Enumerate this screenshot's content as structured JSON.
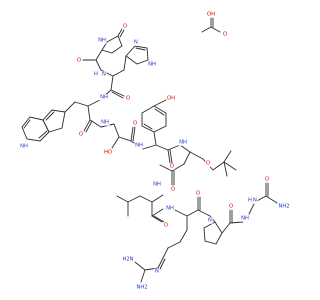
{
  "colors": {
    "background": "#ffffff",
    "bond": "#2b2b2b",
    "nitrogen": "#1f37d6",
    "oxygen": "#e10000",
    "carbon": "#222222"
  },
  "acetic_acid": [
    {
      "key": "oh",
      "text": "OH",
      "element": "O"
    },
    {
      "key": "o",
      "text": "O",
      "element": "O"
    }
  ],
  "atoms": [
    {
      "key": "pyro_o",
      "text": "O",
      "element": "O"
    },
    {
      "key": "pyro_nh",
      "text": "NH",
      "element": "N"
    },
    {
      "key": "amide1_o",
      "text": "O",
      "element": "O"
    },
    {
      "key": "amide1_n",
      "text": "N",
      "element": "N"
    },
    {
      "key": "amide1_h",
      "text": "H",
      "element": "N"
    },
    {
      "key": "his_n",
      "text": "N",
      "element": "N"
    },
    {
      "key": "his_nh",
      "text": "NH",
      "element": "N"
    },
    {
      "key": "amide2_nh",
      "text": "NH",
      "element": "N"
    },
    {
      "key": "amide2_o",
      "text": "O",
      "element": "O"
    },
    {
      "key": "trp_nh",
      "text": "NH",
      "element": "N"
    },
    {
      "key": "amide3_nh",
      "text": "NH",
      "element": "N"
    },
    {
      "key": "amide3_o",
      "text": "O",
      "element": "O"
    },
    {
      "key": "ser_ho",
      "text": "HO",
      "element": "O"
    },
    {
      "key": "tyr_oh",
      "text": "OH",
      "element": "O"
    },
    {
      "key": "amide4_nh",
      "text": "NH",
      "element": "N"
    },
    {
      "key": "amide4_o",
      "text": "O",
      "element": "O"
    },
    {
      "key": "tbu_o",
      "text": "O",
      "element": "O"
    },
    {
      "key": "amide5_nh",
      "text": "NH",
      "element": "N"
    },
    {
      "key": "amide5_o",
      "text": "O",
      "element": "O"
    },
    {
      "key": "amide6_nh",
      "text": "NH",
      "element": "N"
    },
    {
      "key": "amide6_o",
      "text": "O",
      "element": "O"
    },
    {
      "key": "leu_o",
      "text": "O",
      "element": "O"
    },
    {
      "key": "amide7_nh",
      "text": "NH",
      "element": "N"
    },
    {
      "key": "amide7_o",
      "text": "O",
      "element": "O"
    },
    {
      "key": "pro_n",
      "text": "N",
      "element": "N"
    },
    {
      "key": "pro_o",
      "text": "O",
      "element": "O"
    },
    {
      "key": "hydrazide_nh",
      "text": "NH",
      "element": "N"
    },
    {
      "key": "hydrazide_h",
      "text": "H",
      "element": "N"
    },
    {
      "key": "hydrazide_n",
      "text": "N",
      "element": "N"
    },
    {
      "key": "urea_o",
      "text": "O",
      "element": "O"
    },
    {
      "key": "urea_nh2",
      "text": "NH2",
      "element": "N"
    },
    {
      "key": "arg_n",
      "text": "N",
      "element": "N"
    },
    {
      "key": "arg_h2n",
      "text": "H2N",
      "element": "N"
    },
    {
      "key": "arg_nh2",
      "text": "NH2",
      "element": "N"
    }
  ]
}
